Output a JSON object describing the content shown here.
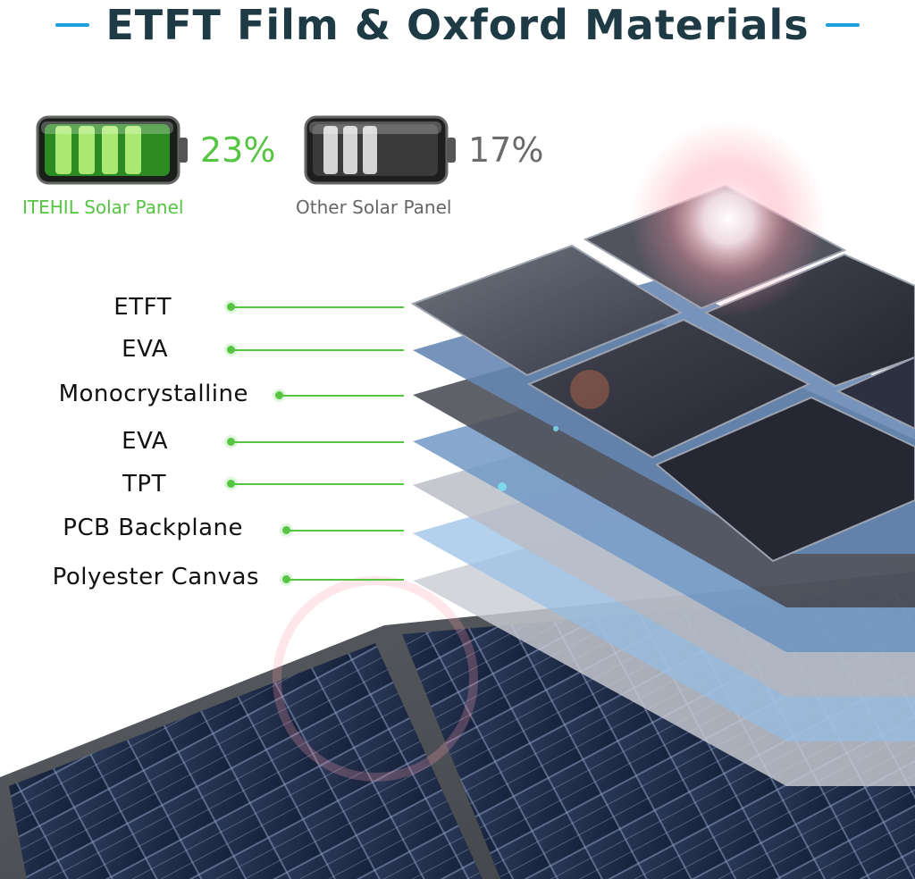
{
  "title": "ETFT Film & Oxford Materials",
  "colors": {
    "title": "#1d3a45",
    "accent_dash": "#1e9fe0",
    "itehil_green": "#55c542",
    "other_gray": "#666666",
    "leader_green": "#55c542"
  },
  "batteries": {
    "itehil": {
      "percent_text": "23%",
      "label": "ITEHIL Solar Panel",
      "fill_level": 0.23
    },
    "other": {
      "percent_text": "17%",
      "label": "Other Solar Panel",
      "fill_level": 0.17
    }
  },
  "layers": [
    {
      "label": "ETFT"
    },
    {
      "label": "EVA"
    },
    {
      "label": "Monocrystalline"
    },
    {
      "label": "EVA"
    },
    {
      "label": "TPT"
    },
    {
      "label": "PCB Backplane"
    },
    {
      "label": "Polyester Canvas"
    }
  ]
}
